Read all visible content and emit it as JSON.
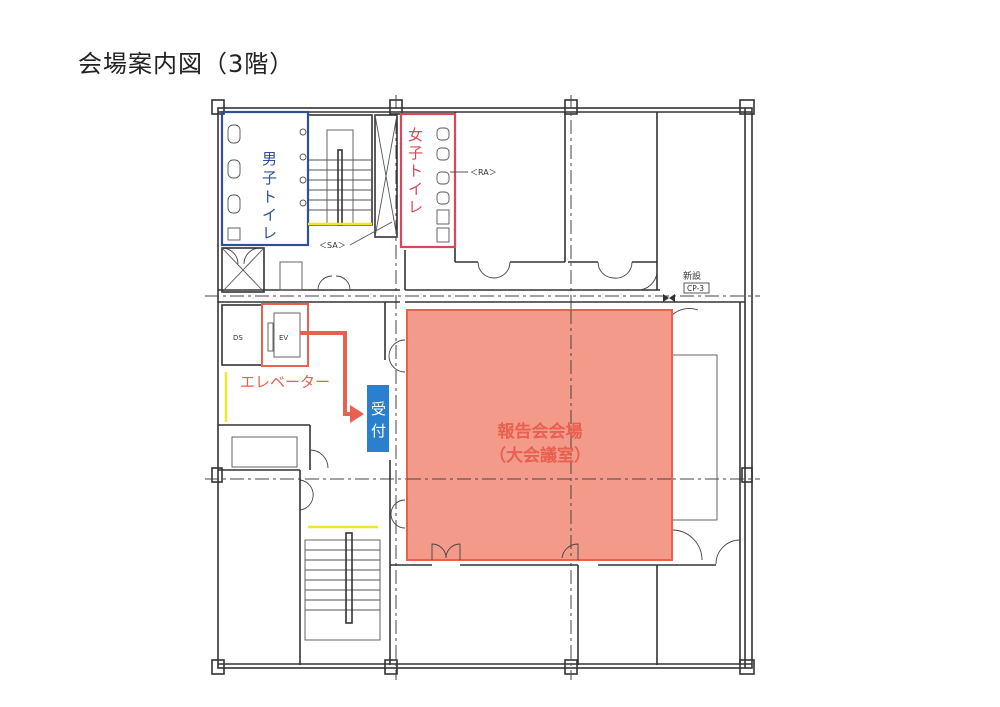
{
  "title": "会場案内図（3階）",
  "labels": {
    "mens_toilet": [
      "男",
      "子",
      "ト",
      "イ",
      "レ"
    ],
    "womens_toilet": [
      "女",
      "子",
      "ト",
      "イ",
      "レ"
    ],
    "elevator": "エレベーター",
    "reception": [
      "受",
      "付"
    ],
    "venue_line1": "報告会会場",
    "venue_line2": "（大会議室）",
    "sa": "＜SA＞",
    "ra": "＜RA＞",
    "ev": "EV",
    "ds": "DS",
    "new_install": "新設",
    "cp": "CP-3"
  },
  "colors": {
    "mens": "#2f4f9a",
    "womens": "#d9485a",
    "venue_fill": "#f49a8a",
    "venue_border": "#e8604f",
    "reception": "#2a80cf",
    "highlight_yellow": "#f0e62a",
    "arrow": "#e8604f"
  }
}
